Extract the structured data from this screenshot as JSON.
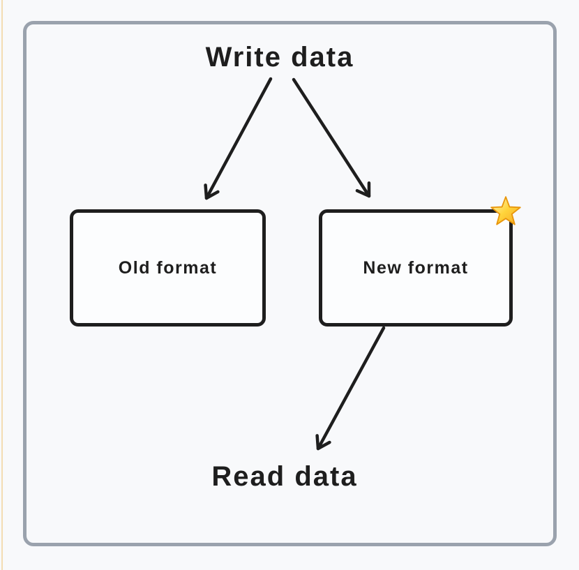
{
  "diagram": {
    "source_label": "Write data",
    "sink_label": "Read data",
    "nodes": [
      {
        "label": "Old format"
      },
      {
        "label": "New format",
        "badge": "star-emoji"
      }
    ],
    "edges": [
      {
        "from": "Write data",
        "to": "Old format"
      },
      {
        "from": "Write data",
        "to": "New format"
      },
      {
        "from": "New format",
        "to": "Read data"
      }
    ]
  },
  "colors": {
    "stroke": "#1e1e1e",
    "frame_border": "#9aa2ad",
    "page_background": "#f8f9fb",
    "node_fill": "#fcfdfe",
    "left_strip": "#f3dcb2",
    "star_gold": "#ffd43b",
    "star_outline": "#e8960c"
  }
}
